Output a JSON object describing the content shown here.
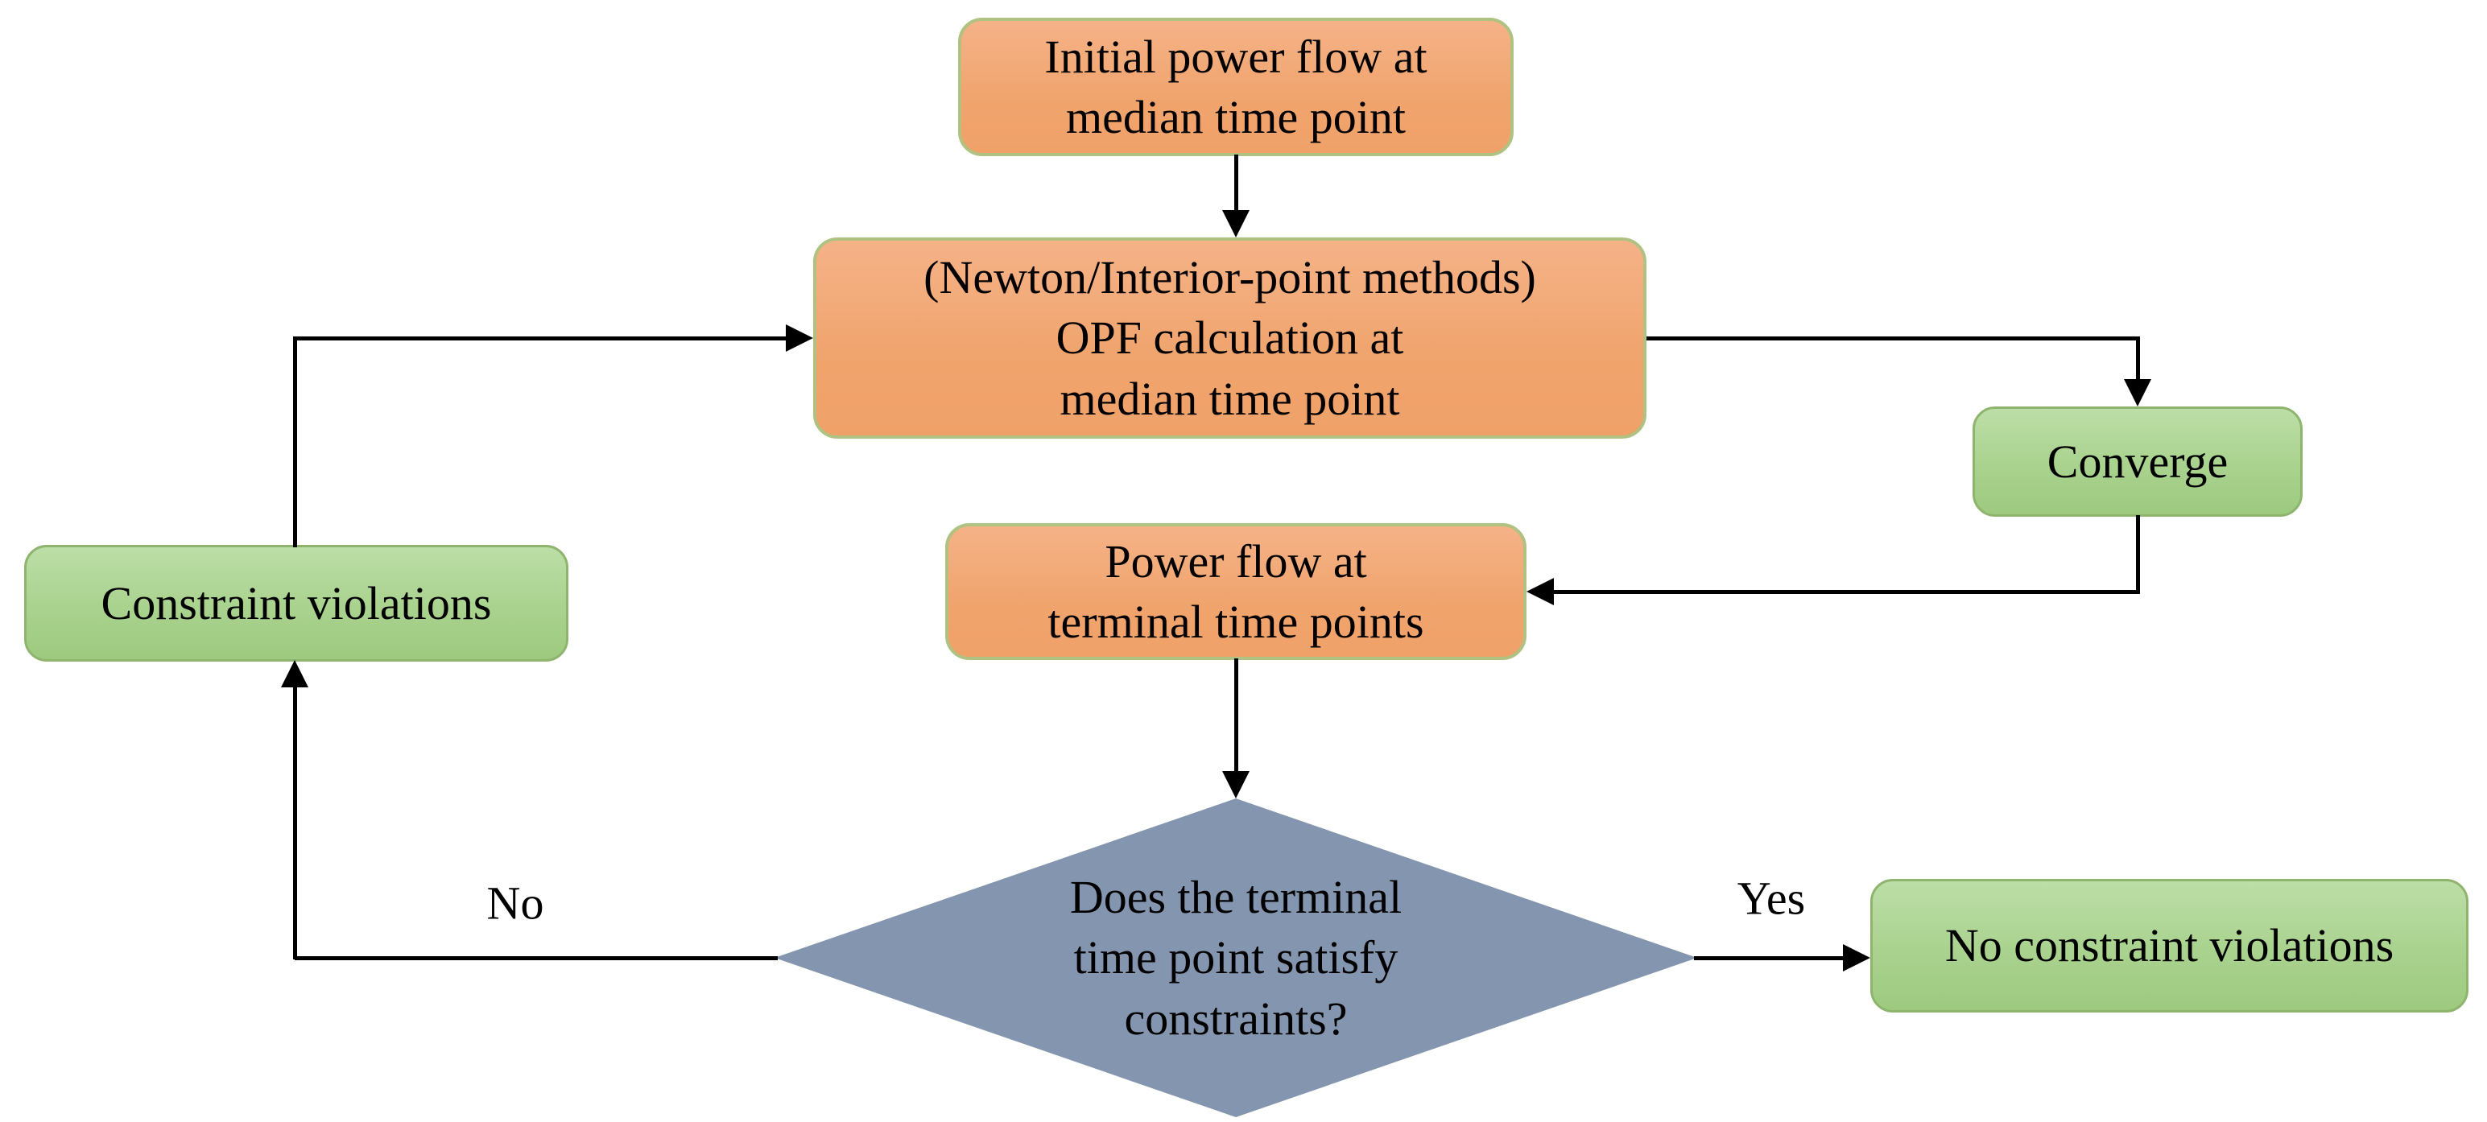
{
  "diagram": {
    "title": "OPF power flow constraint checking flowchart",
    "colors": {
      "process_fill": "#F2A772",
      "process_border": "#B0C282",
      "terminal_fill": "#A9D28E",
      "terminal_border": "#8EB46E",
      "decision_fill": "#8496AF",
      "connector": "#000000",
      "text": "#000000",
      "background": "#FFFFFF"
    },
    "nodes": {
      "initial": {
        "label": "Initial power flow at\nmedian time point",
        "shape": "rounded-rectangle",
        "fill": "orange"
      },
      "opf": {
        "label": "(Newton/Interior-point methods)\nOPF calculation at\nmedian time point",
        "shape": "rounded-rectangle",
        "fill": "orange"
      },
      "converge": {
        "label": "Converge",
        "shape": "rounded-rectangle",
        "fill": "green"
      },
      "power_flow": {
        "label": "Power flow at\nterminal time points",
        "shape": "rounded-rectangle",
        "fill": "orange"
      },
      "constraint_violations": {
        "label": "Constraint violations",
        "shape": "rounded-rectangle",
        "fill": "green"
      },
      "decision": {
        "label": "Does the terminal\ntime point satisfy\nconstraints?",
        "shape": "diamond",
        "fill": "blue-gray"
      },
      "no_constraint_violations": {
        "label": "No constraint violations",
        "shape": "rounded-rectangle",
        "fill": "green"
      }
    },
    "edges": [
      {
        "from": "initial",
        "to": "opf",
        "label": ""
      },
      {
        "from": "opf",
        "to": "converge",
        "label": ""
      },
      {
        "from": "converge",
        "to": "power_flow",
        "label": ""
      },
      {
        "from": "power_flow",
        "to": "decision",
        "label": ""
      },
      {
        "from": "decision",
        "to": "constraint_violations",
        "label": "No"
      },
      {
        "from": "constraint_violations",
        "to": "opf",
        "label": ""
      },
      {
        "from": "decision",
        "to": "no_constraint_violations",
        "label": "Yes"
      }
    ],
    "edge_labels": {
      "no": "No",
      "yes": "Yes"
    }
  }
}
